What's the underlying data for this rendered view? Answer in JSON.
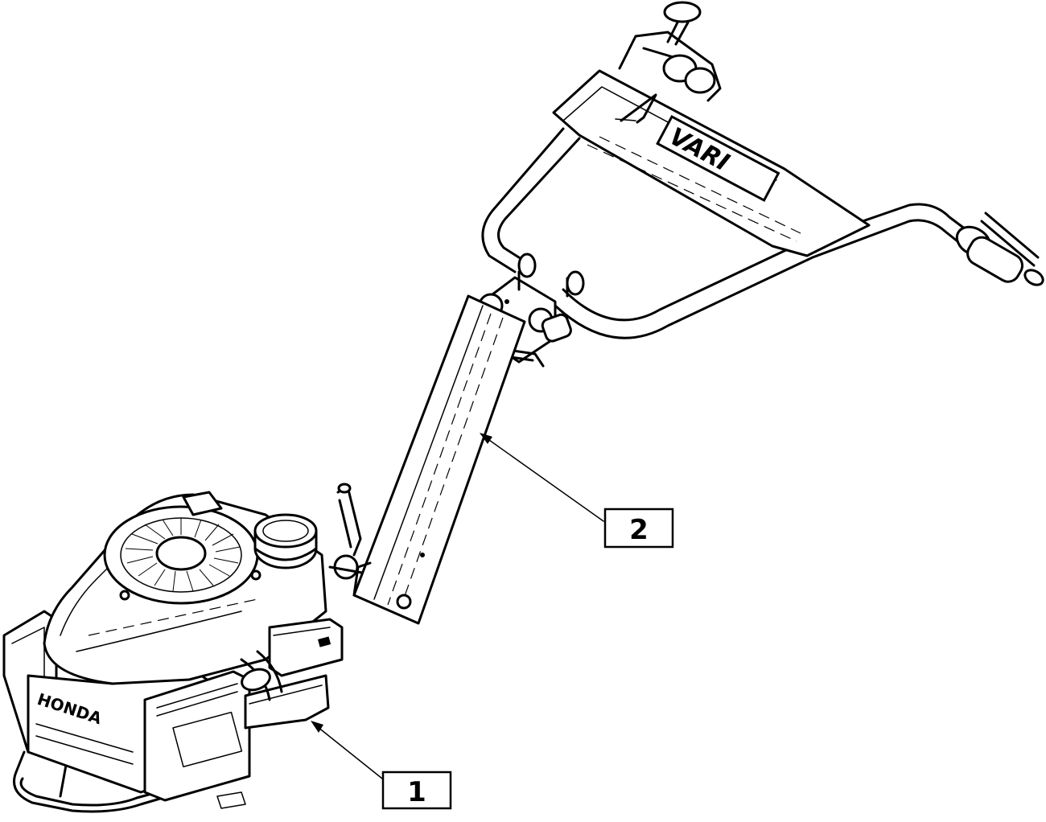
{
  "callouts": [
    {
      "label": "1",
      "part": "engine"
    },
    {
      "label": "2",
      "part": "handlebar"
    }
  ],
  "handlebar": {
    "brand_text": "VARI"
  },
  "engine": {
    "brand_text": "HONDA"
  },
  "colors": {
    "line": "#000000",
    "background": "#ffffff"
  }
}
